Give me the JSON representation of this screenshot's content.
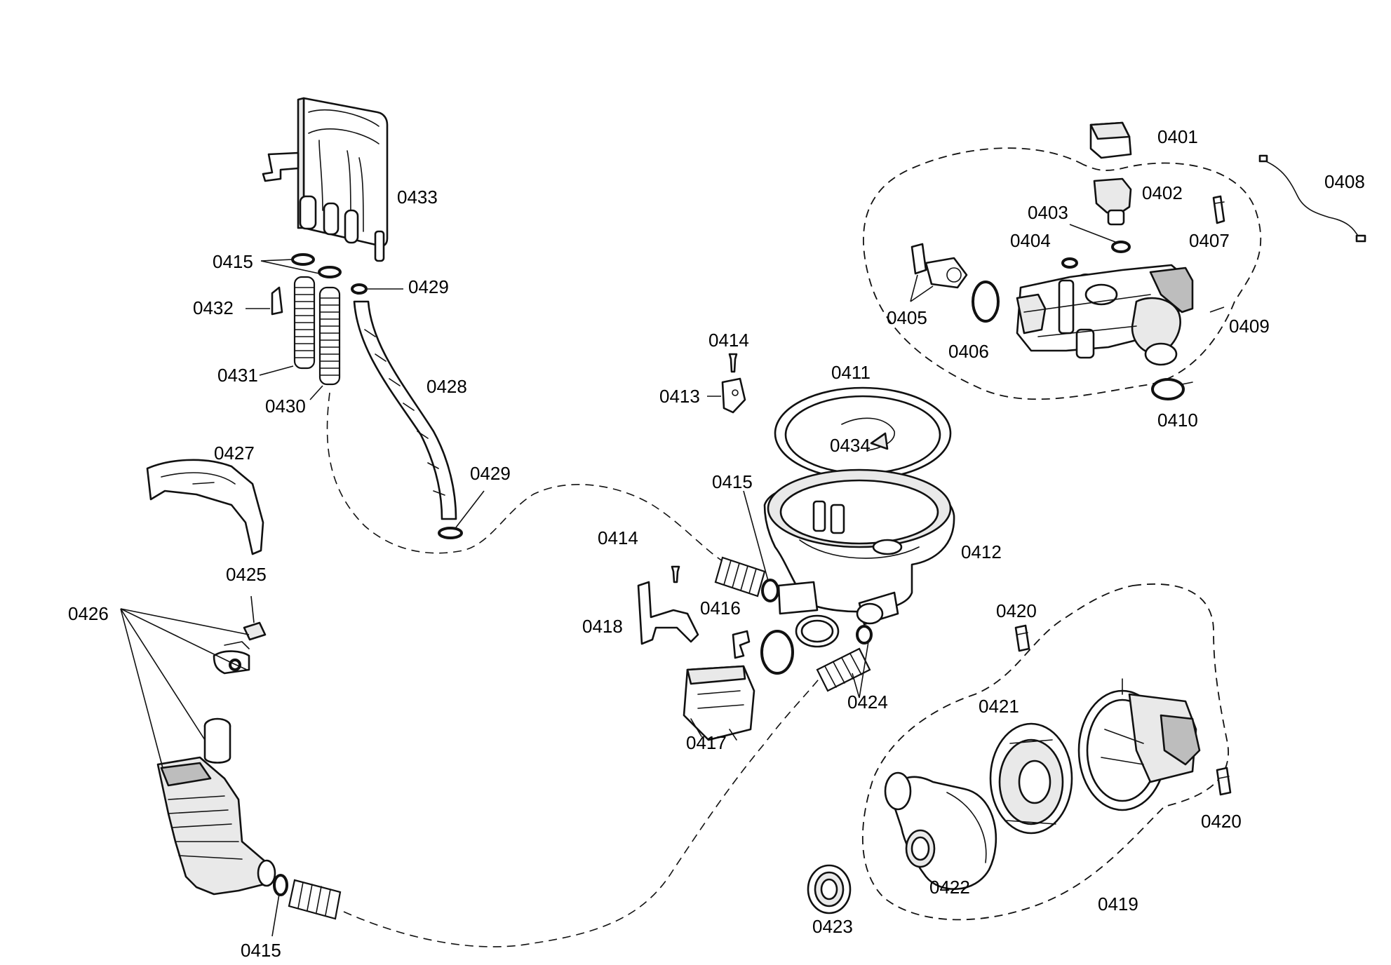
{
  "labels": {
    "p0401": "0401",
    "p0402": "0402",
    "p0403": "0403",
    "p0404": "0404",
    "p0405": "0405",
    "p0406": "0406",
    "p0407": "0407",
    "p0408": "0408",
    "p0409": "0409",
    "p0410": "0410",
    "p0411": "0411",
    "p0412": "0412",
    "p0413": "0413",
    "p0414a": "0414",
    "p0414b": "0414",
    "p0415a": "0415",
    "p0415b": "0415",
    "p0415c": "0415",
    "p0416": "0416",
    "p0417": "0417",
    "p0418": "0418",
    "p0419": "0419",
    "p0420a": "0420",
    "p0420b": "0420",
    "p0421": "0421",
    "p0422": "0422",
    "p0423": "0423",
    "p0424": "0424",
    "p0425": "0425",
    "p0426": "0426",
    "p0427": "0427",
    "p0428": "0428",
    "p0429a": "0429",
    "p0429b": "0429",
    "p0430": "0430",
    "p0431": "0431",
    "p0432": "0432",
    "p0433": "0433",
    "p0434": "0434"
  }
}
